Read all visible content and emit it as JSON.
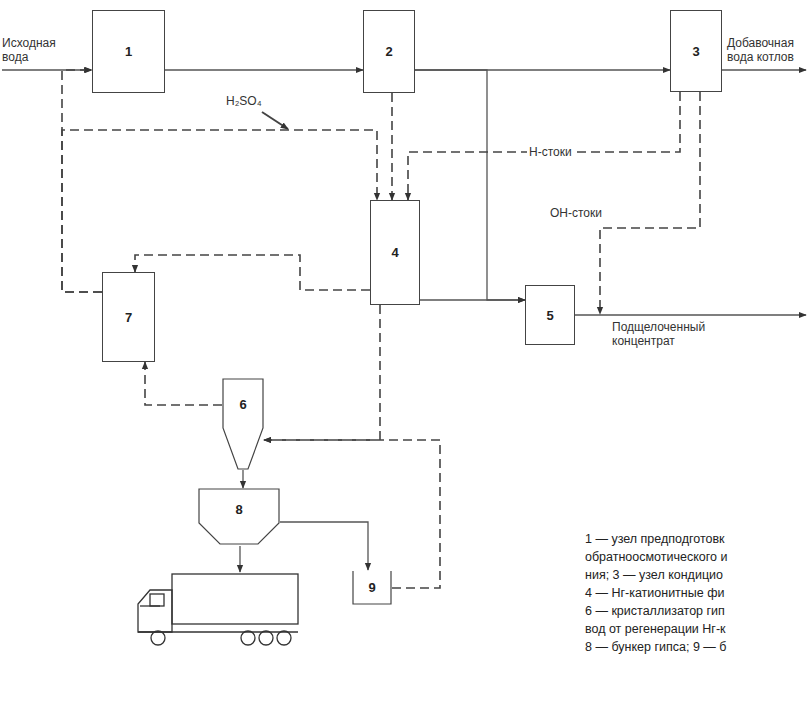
{
  "diagram": {
    "nodes": [
      {
        "text": [
          "1"
        ]
      },
      {
        "text": [
          "2"
        ]
      },
      {
        "text": [
          "3"
        ]
      },
      {
        "text": [
          "4"
        ]
      },
      {
        "text": [
          "5"
        ]
      },
      {
        "text": [
          "7"
        ]
      },
      {
        "text": [
          "6"
        ]
      },
      {
        "text": [
          "8"
        ]
      },
      {
        "text": [
          "9"
        ]
      }
    ],
    "edges": [
      {
        "from": 0,
        "to": 1,
        "arrow": "to"
      },
      {
        "from": 1,
        "to": 2,
        "arrow": "to"
      },
      {
        "from": 1,
        "to": 4,
        "arrow": "to"
      },
      {
        "from": 3,
        "to": 4,
        "arrow": "to"
      },
      {
        "from": 1,
        "to": 3,
        "arrow": "to"
      },
      {
        "from": 2,
        "to": 3,
        "label": "H-стоки",
        "arrow": "to"
      },
      {
        "from": 5,
        "to": 0,
        "arrow": "to"
      },
      {
        "from": 5,
        "to": 3,
        "arrow": "to"
      },
      {
        "from": 3,
        "to": 6,
        "arrow": "to"
      },
      {
        "from": 8,
        "to": 6,
        "arrow": "to"
      },
      {
        "from": 6,
        "to": 5,
        "arrow": "to"
      },
      {
        "from": 3,
        "to": 5,
        "arrow": "to"
      },
      {
        "from": 6,
        "to": 7,
        "arrow": "to"
      },
      {
        "from": 7,
        "to": 8,
        "arrow": "to"
      }
    ],
    "labels": [
      "Исходная вода",
      "Добавочная вода котлов",
      "H₂SO₄",
      "OH-стоки",
      "Подщелоченный концентрат",
      "1 — узел предподготовк",
      "обратноосмотического и",
      "ния; 3 — узел кондицио",
      "4 — Нг-катионитные фи",
      "6 — кристаллизатор гип",
      "вод от регенерации Нг-к",
      "8 — бункер гипса; 9 — б"
    ]
  }
}
